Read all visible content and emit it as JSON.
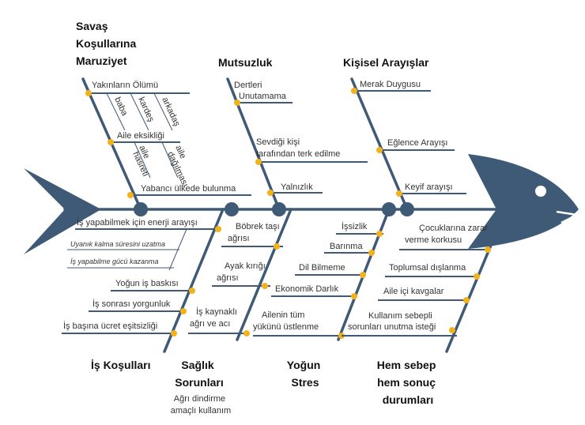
{
  "categories": {
    "war": [
      "Savaş",
      "Koşullarına",
      "Maruziyet"
    ],
    "unhappiness": "Mutsuzluk",
    "personal": "Kişisel Arayışlar",
    "work": "İş Koşulları",
    "health": [
      "Sağlık",
      "Sorunları"
    ],
    "stress": [
      "Yoğun",
      "Stres"
    ],
    "both": [
      "Hem sebep",
      "hem sonuç",
      "durumları"
    ]
  },
  "war_items": {
    "loss": "Yakınların Ölümü",
    "loss_sub": [
      "baba",
      "kardeş",
      "arkadaş"
    ],
    "family": "Aile eksikliği",
    "family_sub": [
      "aile",
      "hasreti",
      "aile",
      "dağılması"
    ],
    "abroad": "Yabancı ülkede bulunma"
  },
  "unhappiness_items": {
    "i1": [
      "Dertleri",
      "Unutamama"
    ],
    "i2": [
      "Sevdiği kişi",
      "tarafından terk edilme"
    ],
    "i3": "Yalnızlık"
  },
  "personal_items": {
    "i1": "Merak Duygusu",
    "i2": "Eğlence Arayışı",
    "i3": "Keyif arayışı"
  },
  "work_items": {
    "energy": "İş yapabilmek için enerji arayışı",
    "energy_sub": [
      "Uyanık kalma süresini uzatma",
      "İş yapabilme gücü kazanma"
    ],
    "i2": "Yoğun iş baskısı",
    "i3": "İş sonrası yorgunluk",
    "i4": "İş başına ücret eşitsizliği"
  },
  "health_items": {
    "i1": [
      "Böbrek taşı",
      "ağrısı"
    ],
    "i2": [
      "Ayak kırığı",
      "ağrısı"
    ],
    "i3": [
      "İş kaynaklı",
      "ağrı ve acı"
    ],
    "note": [
      "Ağrı dindirme",
      "amaçlı kullanım"
    ]
  },
  "stress_items": {
    "i1": "İşsizlik",
    "i2": "Barınma",
    "i3": "Dil Bilmeme",
    "i4": "Ekonomik Darlık",
    "i5": [
      "Ailenin tüm",
      "yükünü üstlenme"
    ]
  },
  "both_items": {
    "i1": [
      "Çocuklarına zarar",
      "verme korkusu"
    ],
    "i2": "Toplumsal dışlanma",
    "i3": "Aile içi kavgalar",
    "i4": [
      "Kullanım sebepli",
      "sorunları unutma isteği"
    ]
  },
  "colors": {
    "bone": "#3e5a76",
    "dot": "#f3b21d",
    "text": "#333333"
  }
}
